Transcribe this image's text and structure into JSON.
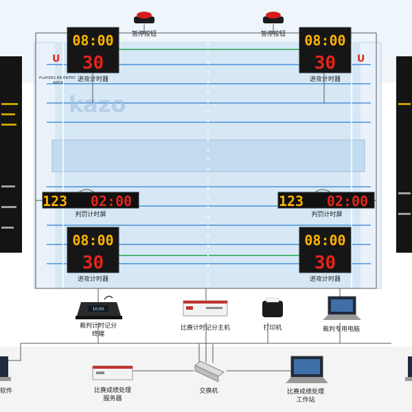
{
  "labels": {
    "pause_button_left": "暂停按钮",
    "pause_button_right": "暂停按钮",
    "shot_clock_tl": "进攻计时器",
    "shot_clock_tr": "进攻计时器",
    "shot_clock_bl": "进攻计时器",
    "shot_clock_br": "进攻计时器",
    "penalty_screen_left": "判罚计时屏",
    "penalty_screen_right": "判罚计时屏",
    "referee_terminal_line1": "裁判计时记分",
    "referee_terminal_line2": "终端",
    "main_host": "比赛计时记分主机",
    "printer": "打印机",
    "referee_pc": "裁判专用电脑",
    "results_server_line1": "比赛成绩处理",
    "results_server_line2": "服务器",
    "switch": "交换机",
    "results_workstation_line1": "比赛成绩处理",
    "results_workstation_line2": "工作站",
    "left_partial": "软件",
    "players_reentry_line1": "PLAYERS RE-ENTRY",
    "players_reentry_line2": "AREA",
    "reentry_mark": "U",
    "watermark": "kazo"
  },
  "displays": {
    "shot_clock_time": "08:00",
    "shot_clock_seconds": "30",
    "penalty_count": "123",
    "penalty_time": "02:00",
    "terminal_screen": "10:00"
  },
  "colors": {
    "pool_water": "#cfe3f3",
    "lane_line": "#2b7fd0",
    "goal_line": "#1fa54a",
    "led_yellow": "#ffb300",
    "led_red": "#e3261b",
    "cable": "#555555"
  }
}
